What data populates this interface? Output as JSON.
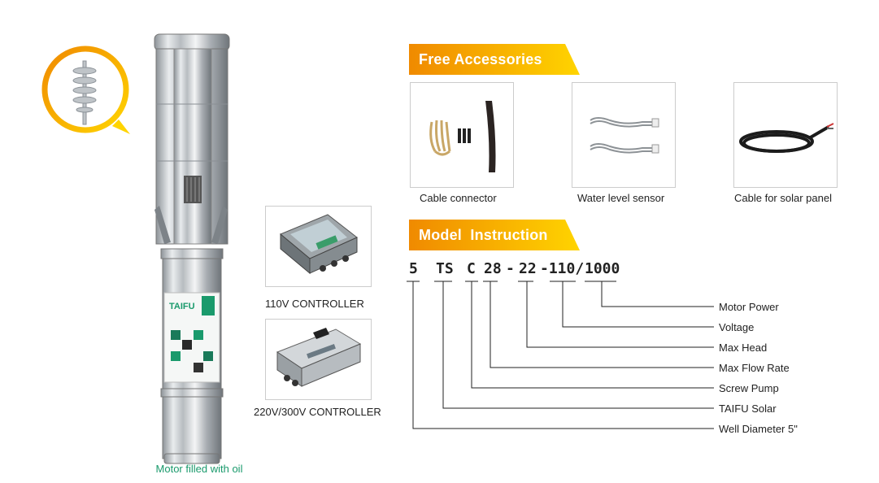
{
  "brand": "TAIFU",
  "pump_caption": "Motor filled with oil",
  "controllers": [
    {
      "label": "110V CONTROLLER"
    },
    {
      "label": "220V/300V CONTROLLER"
    }
  ],
  "accessories": {
    "title": "Free Accessories",
    "items": [
      {
        "label": "Cable connector"
      },
      {
        "label": "Water level sensor"
      },
      {
        "label": "Cable for solar panel"
      }
    ]
  },
  "model": {
    "title": "Model  Instruction",
    "code": {
      "diameter": "5",
      "brand": "TS",
      "pump": "C",
      "flow": "28",
      "dash1": "-",
      "head": "22",
      "voltage": "-110/",
      "power": "1000"
    },
    "definitions": [
      {
        "label": "Motor Power"
      },
      {
        "label": "Voltage"
      },
      {
        "label": "Max Head"
      },
      {
        "label": "Max Flow Rate"
      },
      {
        "label": "Screw Pump"
      },
      {
        "label": "TAIFU Solar"
      },
      {
        "label": "Well Diameter 5\""
      }
    ]
  },
  "colors": {
    "banner_start": "#f08a00",
    "banner_end": "#ffd400",
    "caption_green": "#1a9a6c",
    "line": "#222222"
  }
}
